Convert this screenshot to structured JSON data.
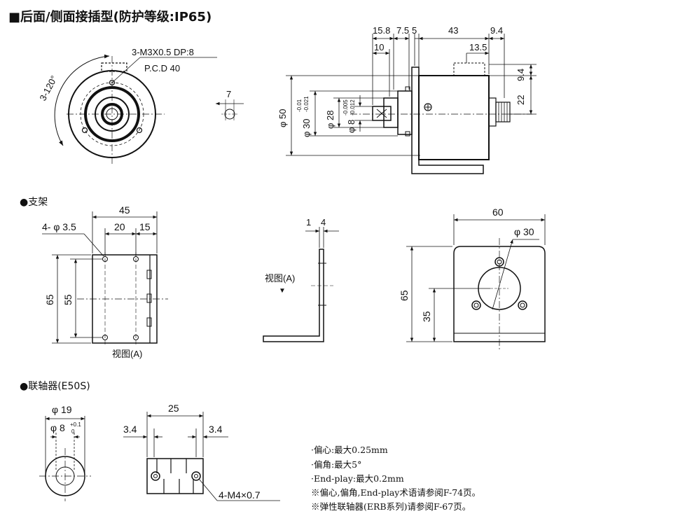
{
  "title": "■后面/侧面接插型(防护等级:IP65)",
  "sections": {
    "bracket": "●支架",
    "coupling": "●联轴器(E50S)"
  },
  "main_drawing": {
    "mount_thread": "3-M3X0.5 DP:8",
    "pcd": "P.C.D 40",
    "angle": "3-120°",
    "key_width": "7",
    "dim_15_8": "15.8",
    "dim_7_5": "7.5",
    "dim_5": "5",
    "dim_43": "43",
    "dim_9_4_top": "9.4",
    "dim_10": "10",
    "dim_13_5": "13.5",
    "dim_9_4_right": "9.4",
    "dim_22": "22",
    "dia_50": "φ 50",
    "dia_30": "φ 30",
    "dia_30_tol_top": "-0.01",
    "dia_30_tol_bot": "-0.021",
    "dia_28": "φ 28",
    "dia_8": "φ 8",
    "dia_8_tol_top": "-0.005",
    "dia_8_tol_bot": "-0.012"
  },
  "bracket_drawing": {
    "holes": "4- φ 3.5",
    "dim_45": "45",
    "dim_20": "20",
    "dim_15": "15",
    "dim_65": "65",
    "dim_55": "55",
    "view_a_below": "视图(A)",
    "side_1": "1",
    "side_4": "4",
    "view_a_side": "视图(A)",
    "view_arrow": "▼",
    "front_60": "60",
    "front_dia_30": "φ 30",
    "front_65": "65",
    "front_35": "35"
  },
  "coupling_drawing": {
    "dia_19": "φ 19",
    "dia_8": "φ 8",
    "dia_8_tol_top": "+0.1",
    "dia_8_tol_bot": "0",
    "dim_25": "25",
    "dim_3_4_left": "3.4",
    "dim_3_4_right": "3.4",
    "screws": "4-M4×0.7"
  },
  "notes": [
    "·偏心:最大0.25mm",
    "·偏角:最大5°",
    "·End-play:最大0.2mm",
    "※偏心,偏角,End-play术语请参阅F-74页。",
    "※弹性联轴器(ERB系列)请参阅F-67页。"
  ]
}
